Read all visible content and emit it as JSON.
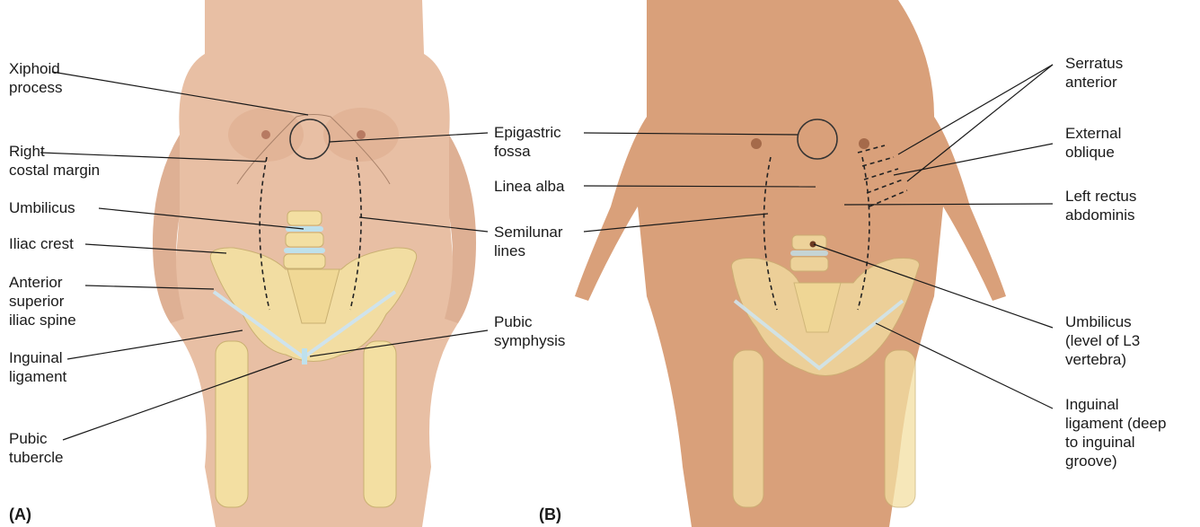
{
  "panels": {
    "a": {
      "tag": "(A)",
      "labels": {
        "xiphoid": "Xiphoid\nprocess",
        "costal": "Right\ncostal margin",
        "umbilicus": "Umbilicus",
        "iliac_crest": "Iliac crest",
        "asis": "Anterior\nsuperior\niliac spine",
        "inguinal": "Inguinal\nligament",
        "pubic_tubercle": "Pubic\ntubercle",
        "epigastric": "Epigastric\nfossa",
        "semilunar": "Semilunar\nlines",
        "symphysis": "Pubic\nsymphysis"
      }
    },
    "b": {
      "tag": "(B)",
      "labels": {
        "linea_alba": "Linea alba",
        "serratus": "Serratus\nanterior",
        "external_oblique": "External\noblique",
        "rectus": "Left rectus\nabdominis",
        "umbilicus": "Umbilicus\n(level of L3\nvertebra)",
        "inguinal": "Inguinal\nligament (deep\nto inguinal\ngroove)"
      }
    }
  },
  "colors": {
    "skin_a": "#e8bfa4",
    "skin_b": "#d9a07a",
    "bone": "#f3dfa2",
    "bone_edge": "#c9b071",
    "disc": "#bfe1ec",
    "leader": "#1a1a1a"
  }
}
